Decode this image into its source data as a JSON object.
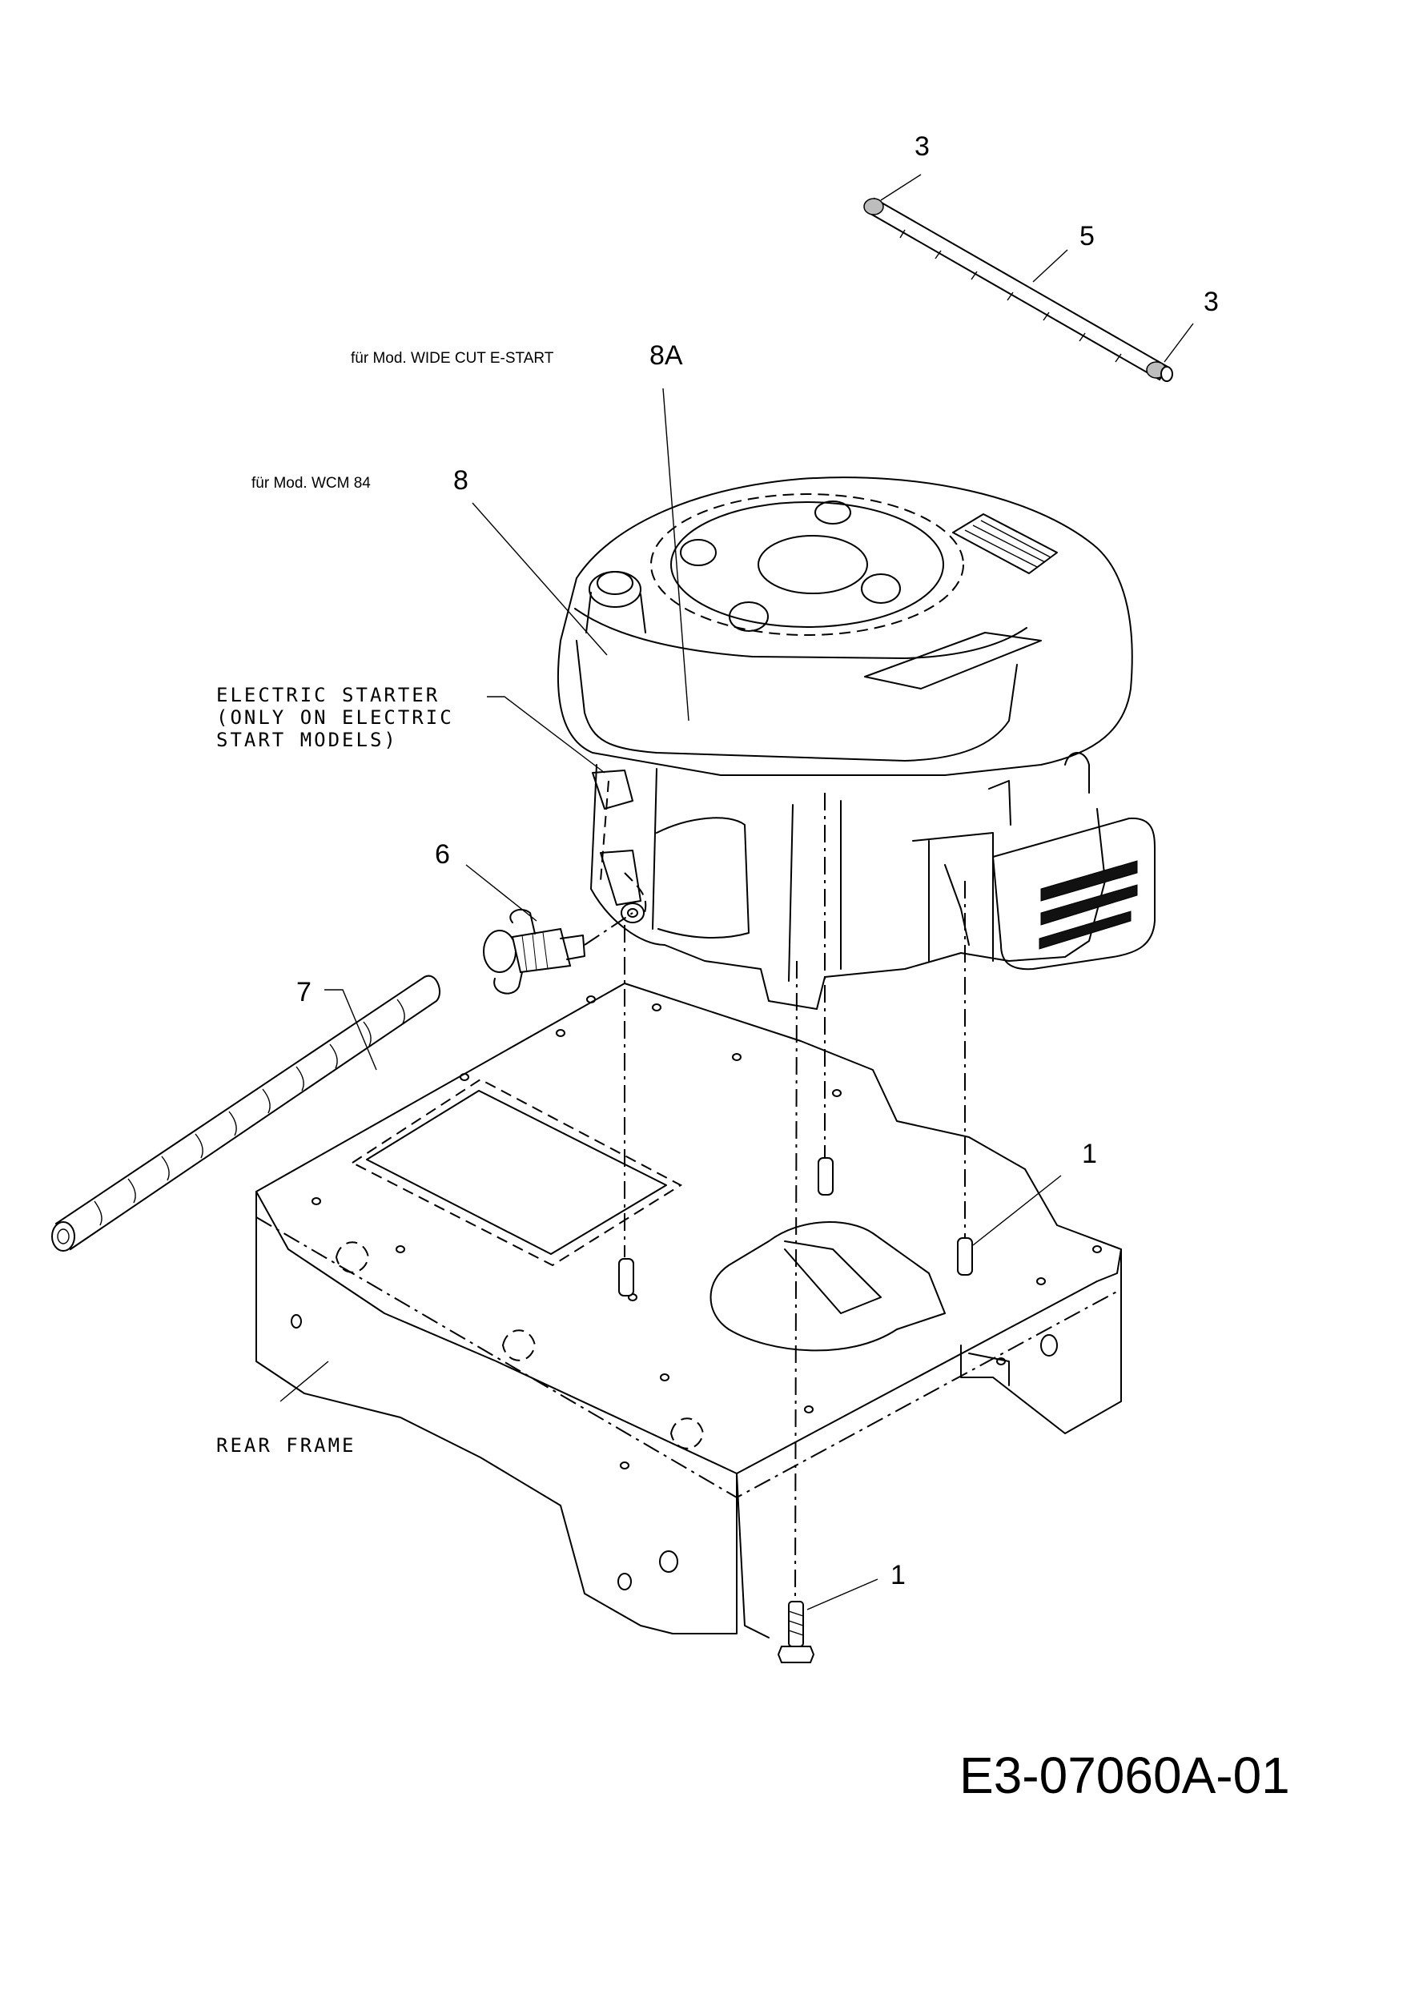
{
  "drawing_code": "E3-07060A-01",
  "callouts": {
    "c3_top": "3",
    "c5": "5",
    "c3_right": "3",
    "c8a": "8A",
    "c8": "8",
    "c6": "6",
    "c7": "7",
    "c1_upper": "1",
    "c1_lower": "1"
  },
  "notes": {
    "wide_cut": "für Mod. WIDE CUT E-START",
    "wcm": "für Mod. WCM 84",
    "starter_line1": "ELECTRIC STARTER",
    "starter_line2": "(ONLY ON ELECTRIC",
    "starter_line3": "START MODELS)",
    "rear_frame": "REAR FRAME"
  },
  "parts": [
    "screw",
    "hose",
    "engine",
    "engine_alt",
    "fuel_valve",
    "hose_cover",
    "pin",
    "rear_frame"
  ],
  "icons": [
    "engine-drawing",
    "hose-drawing",
    "fuel-valve-drawing",
    "bolt-drawing",
    "rear-frame-drawing"
  ]
}
